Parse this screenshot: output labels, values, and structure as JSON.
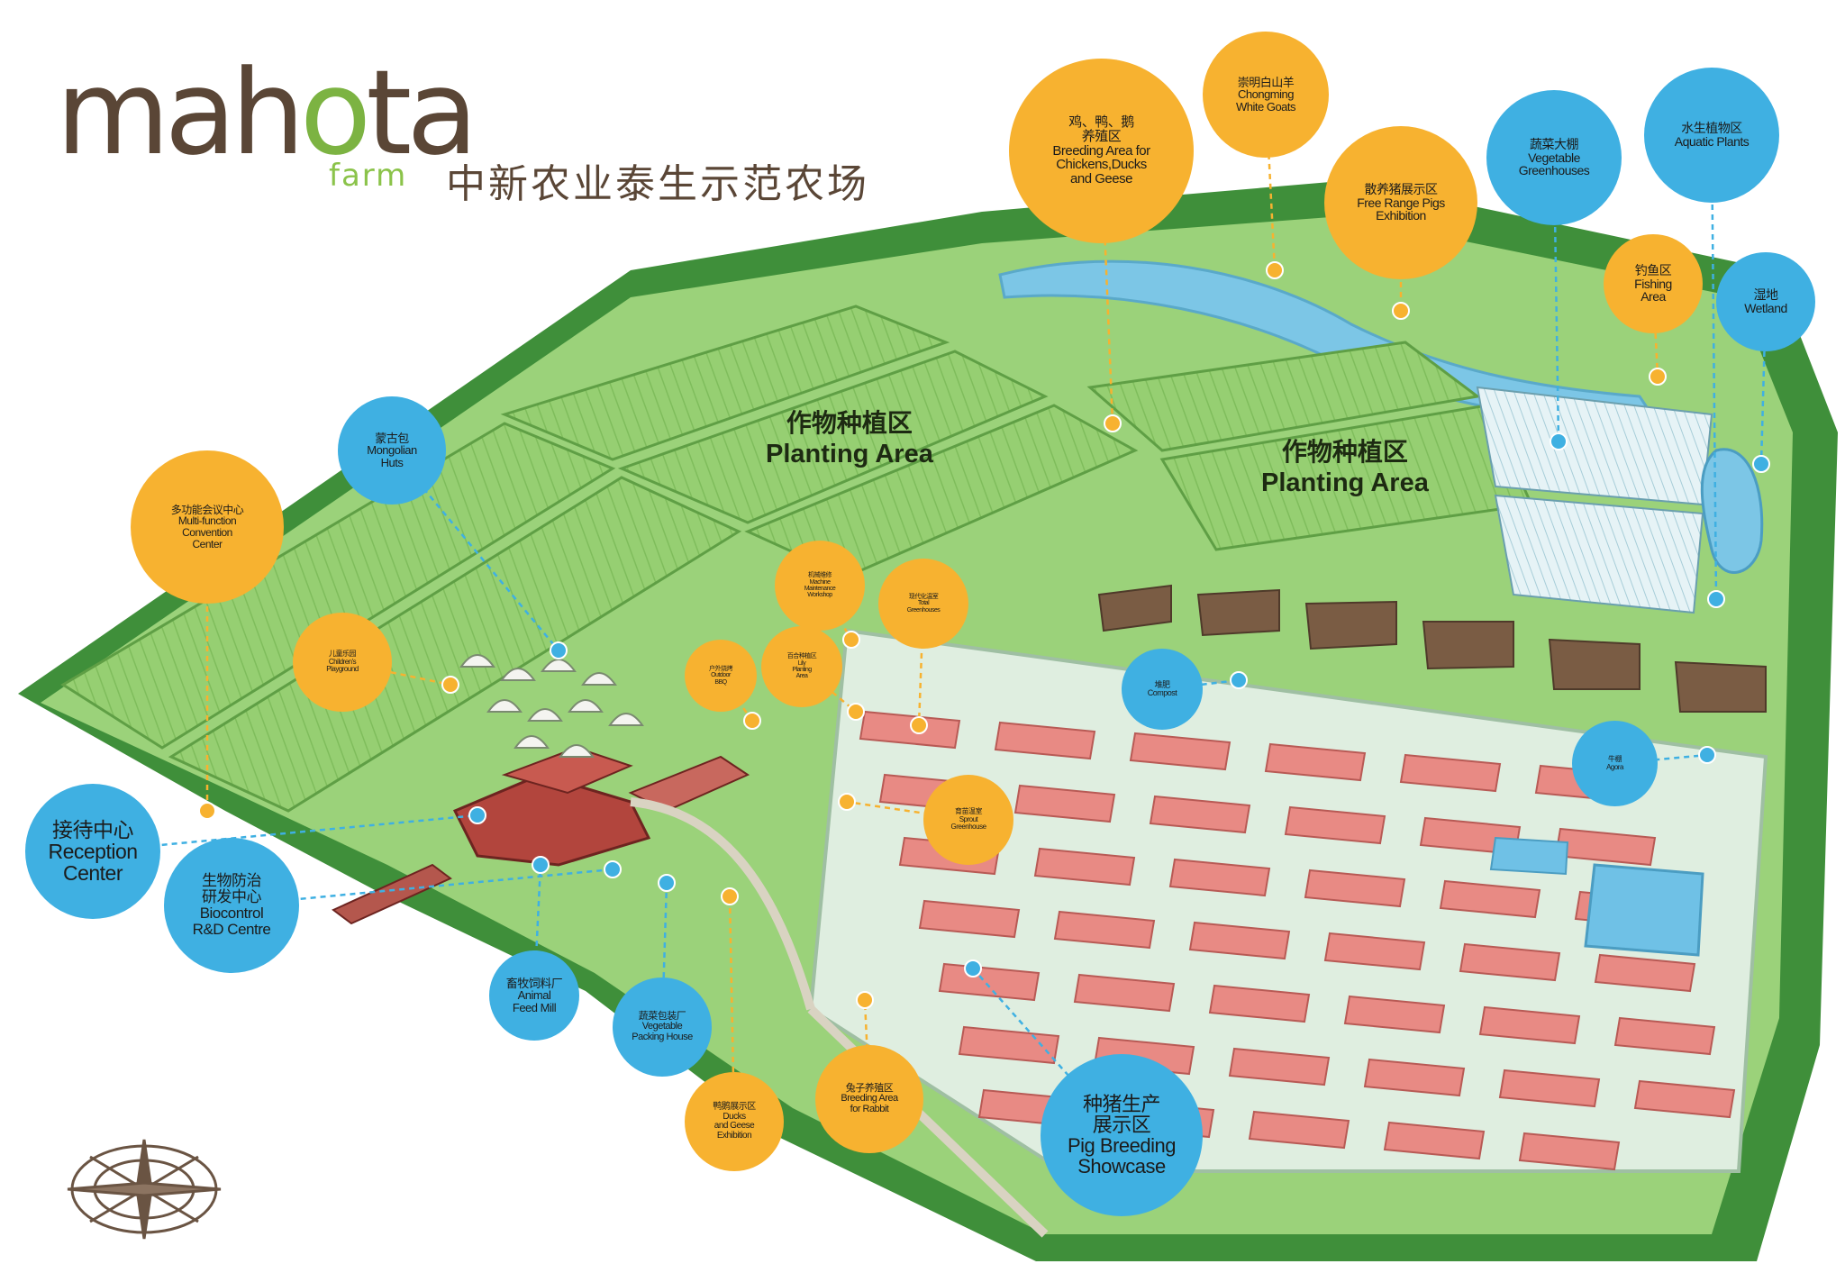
{
  "brand": {
    "logo_text": "mahota",
    "logo_sub": "farm",
    "tagline": "中新农业泰生示范农场"
  },
  "areas": [
    {
      "zh": "作物种植区",
      "en": "Planting Area"
    },
    {
      "zh": "作物种植区",
      "en": "Planting Area"
    }
  ],
  "callouts": [
    {
      "lines": [
        "鸡、鸭、鹅",
        "养殖区",
        "Breeding Area for",
        "Chickens,Ducks",
        "and Geese"
      ],
      "color": "orange"
    },
    {
      "lines": [
        "崇明白山羊",
        "Chongming",
        "White Goats"
      ],
      "color": "orange"
    },
    {
      "lines": [
        "散养猪展示区",
        "Free Range Pigs",
        "Exhibition"
      ],
      "color": "orange"
    },
    {
      "lines": [
        "蔬菜大棚",
        "Vegetable",
        "Greenhouses"
      ],
      "color": "blue"
    },
    {
      "lines": [
        "水生植物区",
        "Aquatic Plants"
      ],
      "color": "blue"
    },
    {
      "lines": [
        "钓鱼区",
        "Fishing",
        "Area"
      ],
      "color": "orange"
    },
    {
      "lines": [
        "湿地",
        "Wetland"
      ],
      "color": "blue"
    },
    {
      "lines": [
        "蒙古包",
        "Mongolian",
        "Huts"
      ],
      "color": "blue"
    },
    {
      "lines": [
        "多功能会议中心",
        "Multi-function",
        "Convention",
        "Center"
      ],
      "color": "orange"
    },
    {
      "lines": [
        "儿童乐园",
        "Children's",
        "Playground"
      ],
      "color": "orange"
    },
    {
      "lines": [
        "机械维修",
        "Machine",
        "Maintenance",
        "Workshop"
      ],
      "color": "orange"
    },
    {
      "lines": [
        "现代化温室",
        "Total",
        "Greenhouses"
      ],
      "color": "orange"
    },
    {
      "lines": [
        "户外烧烤",
        "Outdoor",
        "BBQ"
      ],
      "color": "orange"
    },
    {
      "lines": [
        "百合种植区",
        "Lily",
        "Planting",
        "Area"
      ],
      "color": "orange"
    },
    {
      "lines": [
        "堆肥",
        "Compost"
      ],
      "color": "blue"
    },
    {
      "lines": [
        "牛棚",
        "Agora"
      ],
      "color": "blue"
    },
    {
      "lines": [
        "育苗温室",
        "Sprout",
        "Greenhouse"
      ],
      "color": "orange"
    },
    {
      "lines": [
        "接待中心",
        "Reception",
        "Center"
      ],
      "color": "blue"
    },
    {
      "lines": [
        "生物防治",
        "研发中心",
        "Biocontrol",
        "R&D Centre"
      ],
      "color": "blue"
    },
    {
      "lines": [
        "畜牧饲料厂",
        "Animal",
        "Feed Mill"
      ],
      "color": "blue"
    },
    {
      "lines": [
        "蔬菜包装厂",
        "Vegetable",
        "Packing House"
      ],
      "color": "blue"
    },
    {
      "lines": [
        "鸭鹅展示区",
        "Ducks",
        "and Geese",
        "Exhibition"
      ],
      "color": "orange"
    },
    {
      "lines": [
        "兔子养殖区",
        "Breeding Area",
        "for Rabbit"
      ],
      "color": "orange"
    },
    {
      "lines": [
        "种猪生产",
        "展示区",
        "Pig Breeding",
        "Showcase"
      ],
      "color": "blue"
    }
  ],
  "icons": {
    "compass": "compass-rose-icon"
  },
  "colors": {
    "orange": "#f7b230",
    "blue": "#3fb0e2",
    "field": "#8cc96a",
    "pigpen": "#e88a84",
    "water": "#7cc6e6",
    "trees": "#3f8f3a"
  }
}
